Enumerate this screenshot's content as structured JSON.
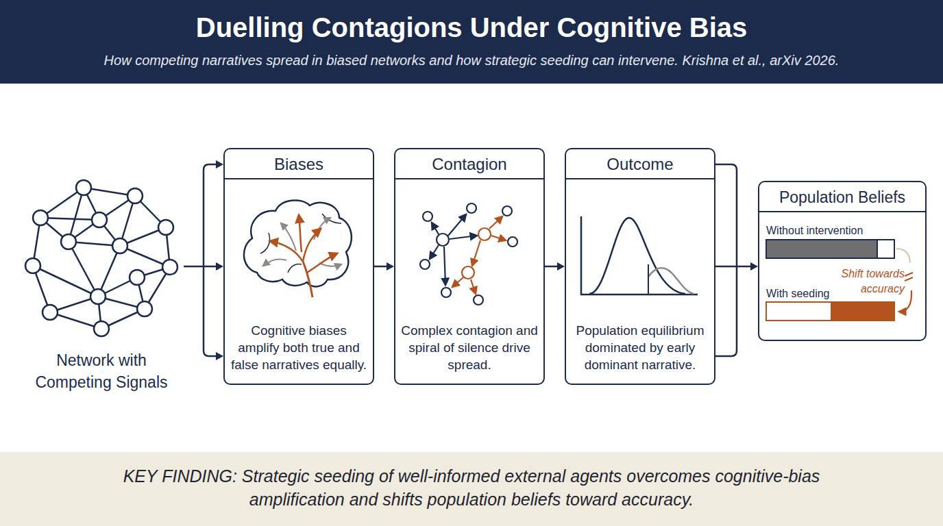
{
  "diagram": {
    "title": "Duelling Contagions Under Cognitive Bias",
    "caption": "KEY FINDING: Strategic seeding of well-informed external agents overcomes cognitive-bias amplification and shifts population beliefs toward accuracy.",
    "nodes": [
      {
        "text": [
          "Network with Competing Signals"
        ]
      },
      {
        "text": [
          "Biases",
          "Cognitive biases amplify both true and false narratives equally."
        ]
      },
      {
        "text": [
          "Contagion",
          "Complex contagion and spiral of silence drive spread."
        ]
      },
      {
        "text": [
          "Outcome",
          "Population equilibrium dominated by early dominant narrative."
        ]
      },
      {
        "text": [
          "Population Beliefs",
          "Without intervention",
          "Shift towards accuracy",
          "With seeding"
        ]
      }
    ],
    "edges": [
      {
        "from": 0,
        "to": 1,
        "arrow": "to"
      },
      {
        "from": 1,
        "to": 2,
        "arrow": "to"
      },
      {
        "from": 2,
        "to": 3,
        "arrow": "to"
      },
      {
        "from": 3,
        "to": 4,
        "arrow": "to"
      }
    ],
    "labels": [
      "How competing narratives spread in biased networks and how strategic seeding can intervene. Krishna et al., arXiv 2026."
    ]
  }
}
